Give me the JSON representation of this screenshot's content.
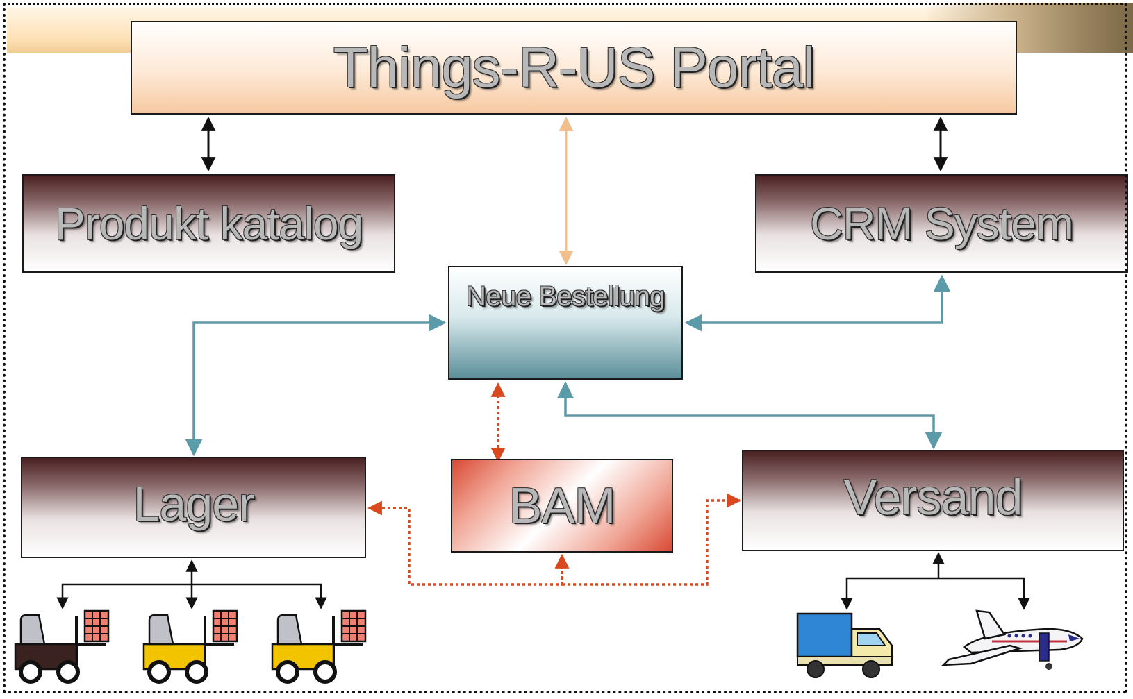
{
  "diagram": {
    "portal": "Things-R-US Portal",
    "produkt": "Produkt katalog",
    "crm": "CRM System",
    "neue": "Neue Bestellung",
    "lager": "Lager",
    "bam": "BAM",
    "versand": "Versand"
  },
  "icons": {
    "gears": "gears-icon",
    "forklifts": [
      "forklift-icon",
      "forklift-icon",
      "forklift-icon"
    ],
    "truck": "truck-icon",
    "airplane": "airplane-icon"
  },
  "colors": {
    "portal_fill": "#f7c9a1",
    "system_fill_dark": "#4a2022",
    "process_fill": "#5b8e99",
    "bam_fill": "#d94a35",
    "arrow_black": "#111111",
    "arrow_teal": "#5b9aa8",
    "arrow_peach": "#f2bf8c",
    "arrow_red_dotted": "#d9481f"
  }
}
